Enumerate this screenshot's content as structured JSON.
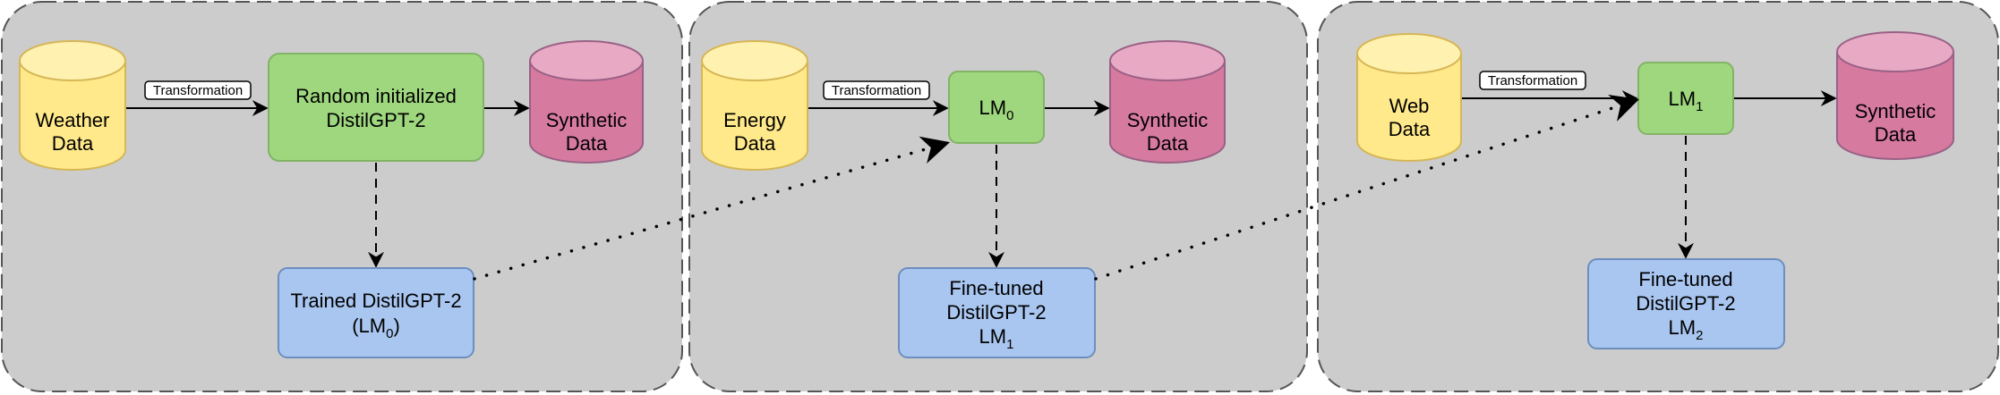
{
  "colors": {
    "panel_fill": "#cccccc",
    "panel_border": "#555555",
    "cylinder_yellow": "#ffe98a",
    "cylinder_yellow_border": "#d6b656",
    "cylinder_pink": "#d67aa0",
    "cylinder_pink_border": "#996185",
    "green_box": "#9fd77e",
    "green_border": "#82b366",
    "blue_box": "#a9c6f0",
    "blue_border": "#6c8ebf"
  },
  "panel1": {
    "source": {
      "line1": "Weather",
      "line2": "Data"
    },
    "transform_label": "Transformation",
    "model": {
      "line1": "Random initialized",
      "line2": "DistilGPT-2"
    },
    "output": {
      "line1": "Synthetic",
      "line2": "Data"
    },
    "trained": {
      "line1": "Trained DistilGPT-2",
      "line2_open": "(LM",
      "line2_sub": "0",
      "line2_close": ")"
    }
  },
  "panel2": {
    "source": {
      "line1": "Energy",
      "line2": "Data"
    },
    "transform_label": "Transformation",
    "model": {
      "base": "LM",
      "sub": "0"
    },
    "output": {
      "line1": "Synthetic",
      "line2": "Data"
    },
    "finetuned": {
      "line1": "Fine-tuned",
      "line2": "DistilGPT-2",
      "line3_base": "LM",
      "line3_sub": "1"
    }
  },
  "panel3": {
    "source": {
      "line1": "Web",
      "line2": "Data"
    },
    "transform_label": "Transformation",
    "model": {
      "base": "LM",
      "sub": "1"
    },
    "output": {
      "line1": "Synthetic",
      "line2": "Data"
    },
    "finetuned": {
      "line1": "Fine-tuned",
      "line2": "DistilGPT-2",
      "line3_base": "LM",
      "line3_sub": "2"
    }
  }
}
